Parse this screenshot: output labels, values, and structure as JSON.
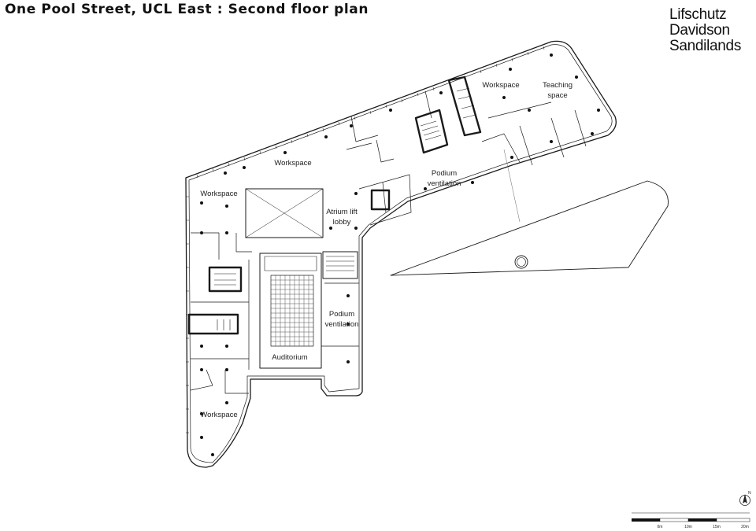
{
  "title": "One Pool Street, UCL East : Second floor plan",
  "logo": [
    "Lifschutz",
    "Davidson",
    "Sandilands"
  ],
  "rooms": {
    "workspace_top": "Workspace",
    "workspace_ne": "Workspace",
    "teaching": [
      "Teaching",
      "space"
    ],
    "podium_upper": [
      "Podium",
      "ventilation"
    ],
    "workspace_west": "Workspace",
    "atrium": [
      "Atrium lift",
      "lobby"
    ],
    "podium_lower": [
      "Podium",
      "ventilation"
    ],
    "auditorium": "Auditorium",
    "workspace_sw": "Workspace"
  },
  "compass": {
    "label": "N"
  },
  "scale_bar": {
    "ticks": [
      "0m",
      "10m",
      "15m",
      "20m"
    ]
  },
  "colors": {
    "line": "#1a1a1a",
    "background": "#ffffff"
  }
}
